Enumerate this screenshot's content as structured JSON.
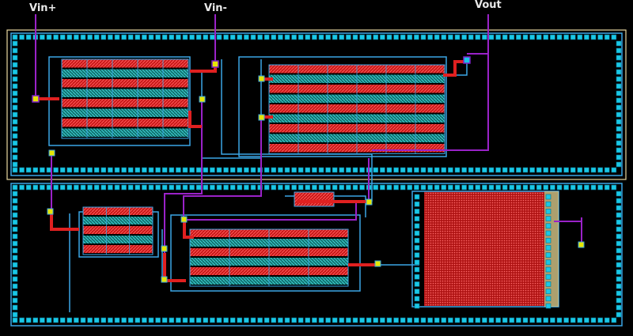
{
  "pins": {
    "vin_plus": "Vin+",
    "vin_minus": "Vin-",
    "vout": "Vout"
  },
  "colors": {
    "background": "#000000",
    "metal1": "#3aa6e6",
    "metal2": "#9a22c8",
    "poly": "#e02020",
    "diffusion": "#20b0b0",
    "contact": "#e6e600",
    "guard_ring": "#19c8e6",
    "well_outline": "#e8d8a0",
    "label_text": "#e8e8e8"
  }
}
